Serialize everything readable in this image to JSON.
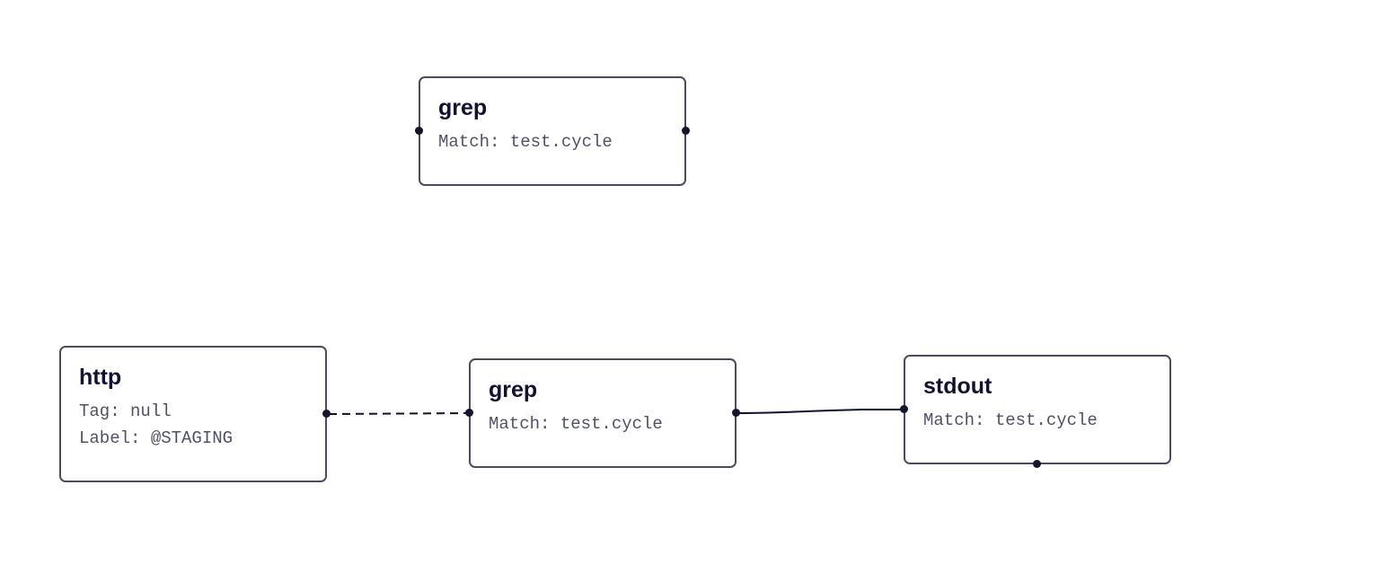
{
  "nodes": {
    "grep_top": {
      "title": "grep",
      "props": [
        "Match: test.cycle"
      ]
    },
    "http": {
      "title": "http",
      "props": [
        "Tag: null",
        "Label: @STAGING"
      ]
    },
    "grep_mid": {
      "title": "grep",
      "props": [
        "Match: test.cycle"
      ]
    },
    "stdout": {
      "title": "stdout",
      "props": [
        "Match: test.cycle"
      ]
    }
  },
  "edges": [
    {
      "from": "http",
      "to": "grep_mid",
      "style": "dashed"
    },
    {
      "from": "grep_mid",
      "to": "stdout",
      "style": "solid"
    }
  ],
  "colors": {
    "node_border": "#4a4b63",
    "title_text": "#0f1233",
    "prop_text": "#4f5069",
    "edge": "#0f1233",
    "port": "#15162a"
  }
}
